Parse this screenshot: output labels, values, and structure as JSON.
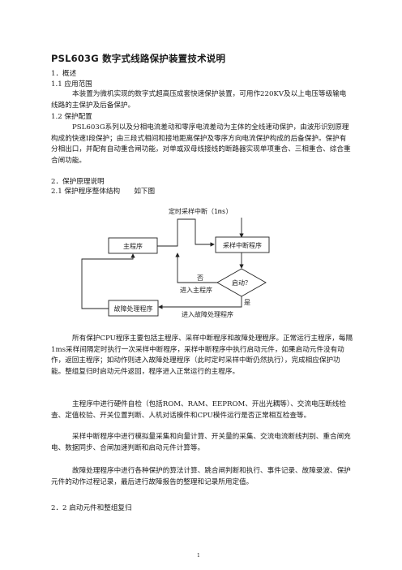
{
  "title": "PSL603G 数字式线路保护装置技术说明",
  "s1": {
    "heading": "1．概述",
    "h11": "1.1 应用范围",
    "p11": "本装置为微机实现的数字式超高压成套快速保护装置，可用作220KV及以上电压等级输电线路的主保护及后备保护。",
    "h12": "1.2 保护配置",
    "p12": "PSL603G系列以及分相电流差动和零序电流差动为主体的全线速动保护，由波形识别原理构成的快速Ⅰ段保护；由三段式相间和接地距离保护及零序方向电流保护构成的后备保护。保护有分相出口，并配有自动重合闸功能，对单或双母线接线的断路器实现单项重合、三相重合、综合重合闸功能。"
  },
  "s2": {
    "heading": "2．保护原理说明",
    "h21": "2.1 保护程序整体结构　　如下图",
    "diagram": {
      "timer_label": "定时采样中断（1ms）",
      "main_box": "主程序",
      "sample_box": "采样中断程序",
      "fault_box": "故障处理程序",
      "decision": "启动？",
      "no_label": "否",
      "enter_main": "进入主程序",
      "yes_label": "是",
      "enter_fault": "进入故障处理程序"
    },
    "p_a": "所有保护CPU程序主要包括主程序、采样中断程序和故障处理程序。正常运行主程序，每隔1ms采样间隔定时执行一次采样中断程序，采样中断程序中执行启动元件，如果启动元件没有动作，返回主程序；如动作则进入故障处理程序（此时定时采样中断仍然执行），完成相应保护功能。整组复归时启动元件返回，程序进入正常运行的主程序。",
    "p_b": "主程序中进行硬件自检（包括ROM、RAM、EEPROM、开出光耦等）、交流电压断线检查、定值校验、开关位置判断、人机对话模件和CPU模件运行是否正常相互检查等。",
    "p_c": "采样中断程序中进行模拟量采集和向量计算、开关量的采集、交流电流断线判别、重合闸充电、数据同步、合闸加速判断和启动元件计算等。",
    "p_d": "故障处理程序中进行各种保护的算法计算、跳合闸判断和执行、事件记录、故障录波、保护元件的动作过程记录，最后进行故障报告的整理和记录所用定值。",
    "h22": "2．2 启动元件和整组复归"
  },
  "page_number": "1"
}
